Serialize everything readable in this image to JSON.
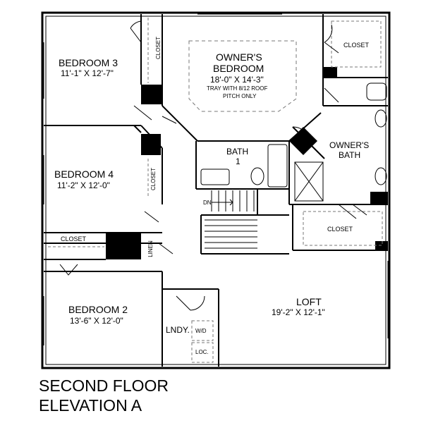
{
  "rooms": {
    "bedroom3": {
      "name": "BEDROOM 3",
      "dims": "11'-1\" X 12'-7\""
    },
    "owners_bedroom": {
      "name_line1": "OWNER'S",
      "name_line2": "BEDROOM",
      "dims": "18'-0\" X 14'-3\"",
      "note_line1": "TRAY WITH 8/12 ROOF",
      "note_line2": "PITCH ONLY"
    },
    "bedroom4": {
      "name": "BEDROOM 4",
      "dims": "11'-2\" X 12'-0\""
    },
    "bedroom2": {
      "name": "BEDROOM 2",
      "dims": "13'-6\" X 12'-0\""
    },
    "bath1": {
      "name_line1": "BATH",
      "name_line2": "1"
    },
    "owners_bath": {
      "name_line1": "OWNER'S",
      "name_line2": "BATH"
    },
    "loft": {
      "name": "LOFT",
      "dims": "19'-2\" X 12'-1\""
    },
    "laundry": {
      "name": "LNDY.",
      "wd": "W/D",
      "loc": "LOC."
    }
  },
  "labels": {
    "closet": "CLOSET",
    "linen": "LINEN",
    "stair_dn": "DN"
  },
  "title": {
    "line1": "SECOND FLOOR",
    "line2": "ELEVATION A"
  }
}
